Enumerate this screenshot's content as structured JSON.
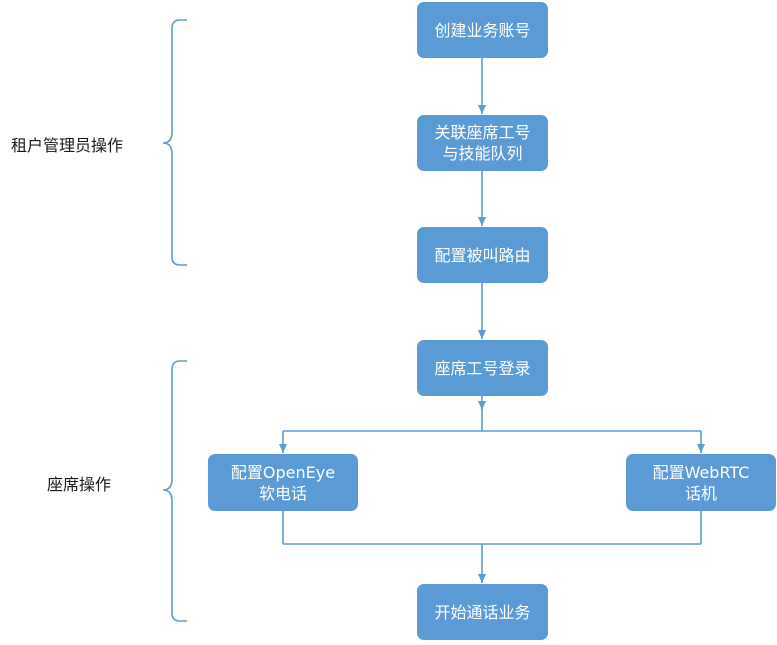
{
  "colors": {
    "accent": "#5b9bd5",
    "line": "#5b9bd5",
    "label": "#1a1a1a"
  },
  "groups": {
    "tenant_admin": "租户管理员操作",
    "agent": "座席操作"
  },
  "nodes": {
    "create_account": "创建业务账号",
    "link_agent_1": "关联座席工号",
    "link_agent_2": "与技能队列",
    "config_routing": "配置被叫路由",
    "agent_login": "座席工号登录",
    "openeye_1": "配置OpenEye",
    "openeye_2": "软电话",
    "webrtc_1": "配置WebRTC",
    "webrtc_2": "话机",
    "start_call": "开始通话业务"
  }
}
